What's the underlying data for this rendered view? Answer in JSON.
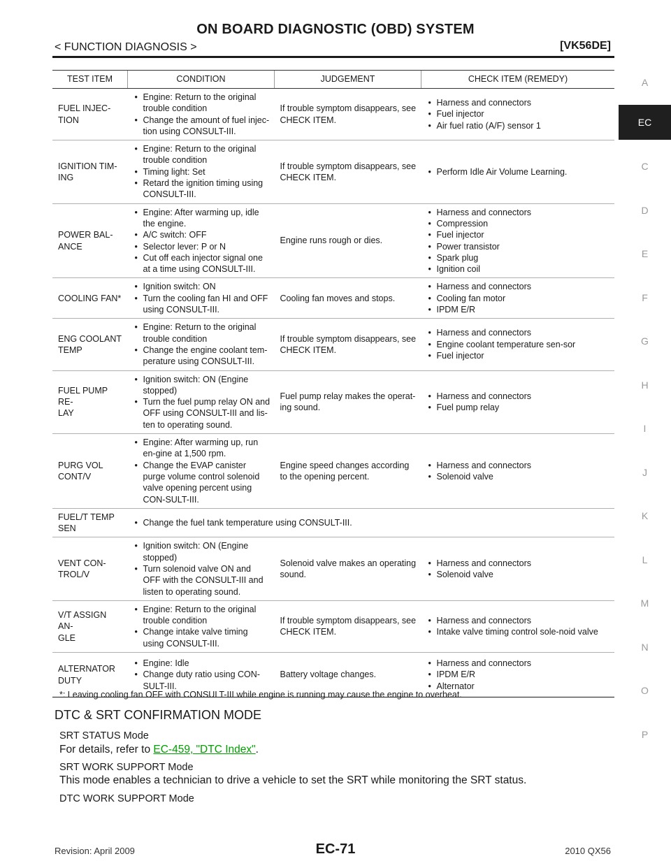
{
  "header": {
    "title": "ON BOARD DIAGNOSTIC (OBD) SYSTEM",
    "subtitle": "< FUNCTION DIAGNOSIS >",
    "model": "[VK56DE]"
  },
  "side_index": [
    "A",
    "EC",
    "C",
    "D",
    "E",
    "F",
    "G",
    "H",
    "I",
    "J",
    "K",
    "L",
    "M",
    "N",
    "O",
    "P"
  ],
  "side_index_active": "EC",
  "table": {
    "columns": [
      "TEST ITEM",
      "CONDITION",
      "JUDGEMENT",
      "CHECK ITEM (REMEDY)"
    ],
    "rows": [
      {
        "item": "FUEL INJEC-\nTION",
        "condition": [
          "Engine: Return to the original trouble condition",
          "Change the amount of fuel injec-tion using CONSULT-III."
        ],
        "judgement": "If trouble symptom disappears, see CHECK ITEM.",
        "check": [
          "Harness and connectors",
          "Fuel injector",
          "Air fuel ratio (A/F) sensor 1"
        ]
      },
      {
        "item": "IGNITION TIM-\nING",
        "condition": [
          "Engine: Return to the original trouble condition",
          "Timing light: Set",
          "Retard the ignition timing using CONSULT-III."
        ],
        "judgement": "If trouble symptom disappears, see CHECK ITEM.",
        "check": [
          "Perform Idle Air Volume Learning."
        ]
      },
      {
        "item": "POWER BAL-\nANCE",
        "condition": [
          "Engine: After warming up, idle the engine.",
          "A/C switch: OFF",
          "Selector lever: P or N",
          "Cut off each injector signal one at a time using CONSULT-III."
        ],
        "judgement": "Engine runs rough or dies.",
        "check": [
          "Harness and connectors",
          "Compression",
          "Fuel injector",
          "Power transistor",
          "Spark plug",
          "Ignition coil"
        ]
      },
      {
        "item": "COOLING FAN*",
        "condition": [
          "Ignition switch: ON",
          "Turn the cooling fan HI and OFF using CONSULT-III."
        ],
        "judgement": "Cooling fan moves and stops.",
        "check": [
          "Harness and connectors",
          "Cooling fan motor",
          "IPDM E/R"
        ]
      },
      {
        "item": "ENG COOLANT\nTEMP",
        "condition": [
          "Engine: Return to the original trouble condition",
          "Change the engine coolant tem-perature using CONSULT-III."
        ],
        "judgement": "If trouble symptom disappears, see CHECK ITEM.",
        "check": [
          "Harness and connectors",
          "Engine coolant temperature sen-sor",
          "Fuel injector"
        ]
      },
      {
        "item": "FUEL PUMP RE-\nLAY",
        "condition": [
          "Ignition switch: ON (Engine stopped)",
          "Turn the fuel pump relay ON and OFF using CONSULT-III and lis-ten to operating sound."
        ],
        "judgement": "Fuel pump relay makes the operat-ing sound.",
        "check": [
          "Harness and connectors",
          "Fuel pump relay"
        ]
      },
      {
        "item": "PURG VOL\nCONT/V",
        "condition": [
          "Engine: After warming up, run en-gine at 1,500 rpm.",
          "Change the EVAP canister purge volume control solenoid valve opening percent using CON-SULT-III."
        ],
        "judgement": "Engine speed changes according to the opening percent.",
        "check": [
          "Harness and connectors",
          "Solenoid valve"
        ]
      },
      {
        "item": "FUEL/T TEMP\nSEN",
        "span": [
          "Change the fuel tank temperature using CONSULT-III."
        ]
      },
      {
        "item": "VENT CON-\nTROL/V",
        "condition": [
          "Ignition switch: ON (Engine stopped)",
          "Turn solenoid valve ON and OFF with the CONSULT-III and listen to operating sound."
        ],
        "judgement": "Solenoid valve makes an operating sound.",
        "check": [
          "Harness and connectors",
          "Solenoid valve"
        ]
      },
      {
        "item": "V/T ASSIGN AN-\nGLE",
        "condition": [
          "Engine: Return to the original trouble condition",
          "Change intake valve timing using CONSULT-III."
        ],
        "judgement": "If trouble symptom disappears, see CHECK ITEM.",
        "check": [
          "Harness and connectors",
          "Intake valve timing control sole-noid valve"
        ]
      },
      {
        "item": "ALTERNATOR\nDUTY",
        "condition": [
          "Engine: Idle",
          "Change duty ratio using CON-SULT-III."
        ],
        "judgement": "Battery voltage changes.",
        "check": [
          "Harness and connectors",
          "IPDM E/R",
          "Alternator"
        ]
      }
    ]
  },
  "footnote": "*: Leaving cooling fan OFF with CONSULT-III while engine is running may cause the engine to overheat.",
  "section": {
    "title": "DTC & SRT CONFIRMATION MODE",
    "srt_status_heading": "SRT STATUS Mode",
    "srt_status_prefix": "For details, refer to ",
    "srt_status_link": "EC-459, \"DTC Index\"",
    "srt_status_suffix": ".",
    "srt_work_heading": "SRT WORK SUPPORT Mode",
    "srt_work_text": "This mode enables a technician to drive a vehicle to set the SRT while monitoring the SRT status.",
    "dtc_work_heading": "DTC WORK SUPPORT Mode"
  },
  "footer": {
    "revision": "Revision: April 2009",
    "page": "EC-71",
    "vehicle": "2010 QX56"
  }
}
